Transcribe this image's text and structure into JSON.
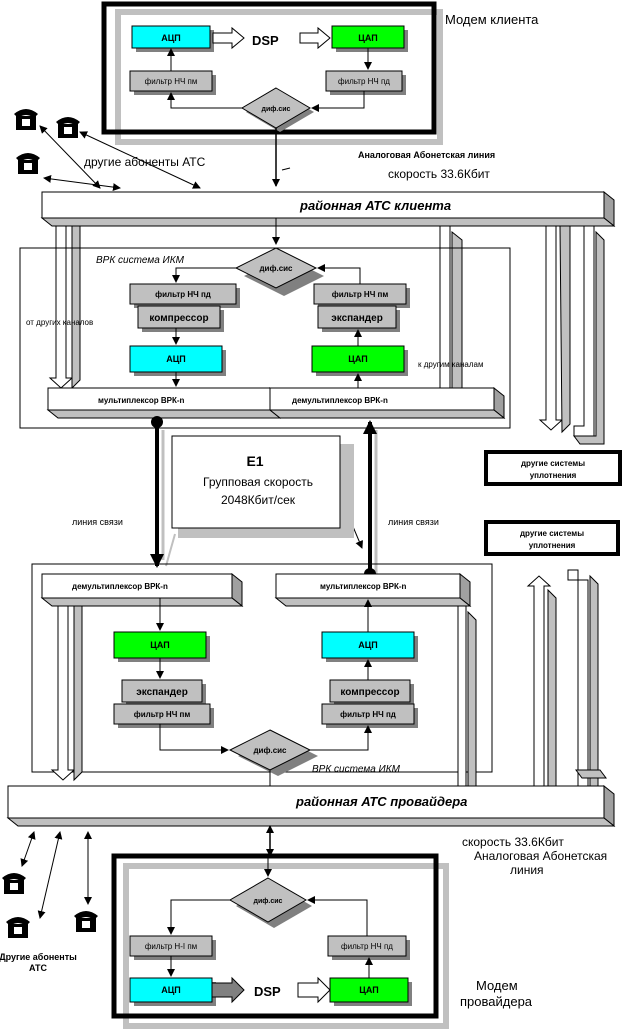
{
  "client_modem": {
    "title": "Модем клиента",
    "adc": "АЦП",
    "dsp": "DSP",
    "dac": "ЦАП",
    "filter_tx": "фильтр НЧ пм",
    "filter_rx": "фильтр НЧ пд",
    "hybrid": "диф.сис"
  },
  "line_top": {
    "label": "Аналоговая Абонетская линия",
    "speed": "скорость 33.6Кбит"
  },
  "other_subscribers_top": "другие абоненты  АТС",
  "ats_client": "районная АТС клиента",
  "pcm_top": {
    "title": "ВРК система ИКМ",
    "hybrid": "диф.сис",
    "filter_tx": "фильтр НЧ пд",
    "filter_rx": "фильтр НЧ пм",
    "compressor": "компрессор",
    "expander": "экспандер",
    "adc": "АЦП",
    "dac": "ЦАП",
    "mux": "мультиплексор ВРК-n",
    "demux": "демультиплексор ВРК-n",
    "from_channels": "от других каналов",
    "to_channels": "к другим каналам"
  },
  "e1": {
    "title": "E1",
    "line1": "Групповая скорость",
    "line2": "2048Кбит/сек"
  },
  "link_left": "линия связи",
  "link_right": "линия связи",
  "other_systems_1": {
    "line1": "другие системы",
    "line2": "уплотнения"
  },
  "other_systems_2": {
    "line1": "другие системы",
    "line2": "уплотнения"
  },
  "pcm_bottom": {
    "title": "ВРК система ИКМ",
    "demux": "демультиплексор ВРК-n",
    "mux": "мультиплексор ВРК-n",
    "dac": "ЦАП",
    "adc": "АЦП",
    "expander": "экспандер",
    "compressor": "компрессор",
    "filter_rx": "фильтр НЧ пм",
    "filter_tx": "фильтр НЧ пд",
    "hybrid": "диф.сис"
  },
  "ats_provider": "районная  АТС провайдера",
  "line_bottom": {
    "speed": "скорость 33.6Кбит",
    "label1": "Аналоговая Абонетская",
    "label2": "линия"
  },
  "other_subscribers_bottom": {
    "line1": "Другие абоненты",
    "line2": "АТС"
  },
  "provider_modem": {
    "title1": "Модем",
    "title2": "провайдера",
    "hybrid": "диф.сис",
    "filter_tx": "фильтр Н-І пм",
    "filter_rx": "фильтр НЧ пд",
    "adc": "АЦП",
    "dsp": "DSP",
    "dac": "ЦАП"
  },
  "colors": {
    "adc": "#00ffff",
    "dac": "#00ff00",
    "block": "#c0c0c0",
    "shadow": "#808080"
  }
}
